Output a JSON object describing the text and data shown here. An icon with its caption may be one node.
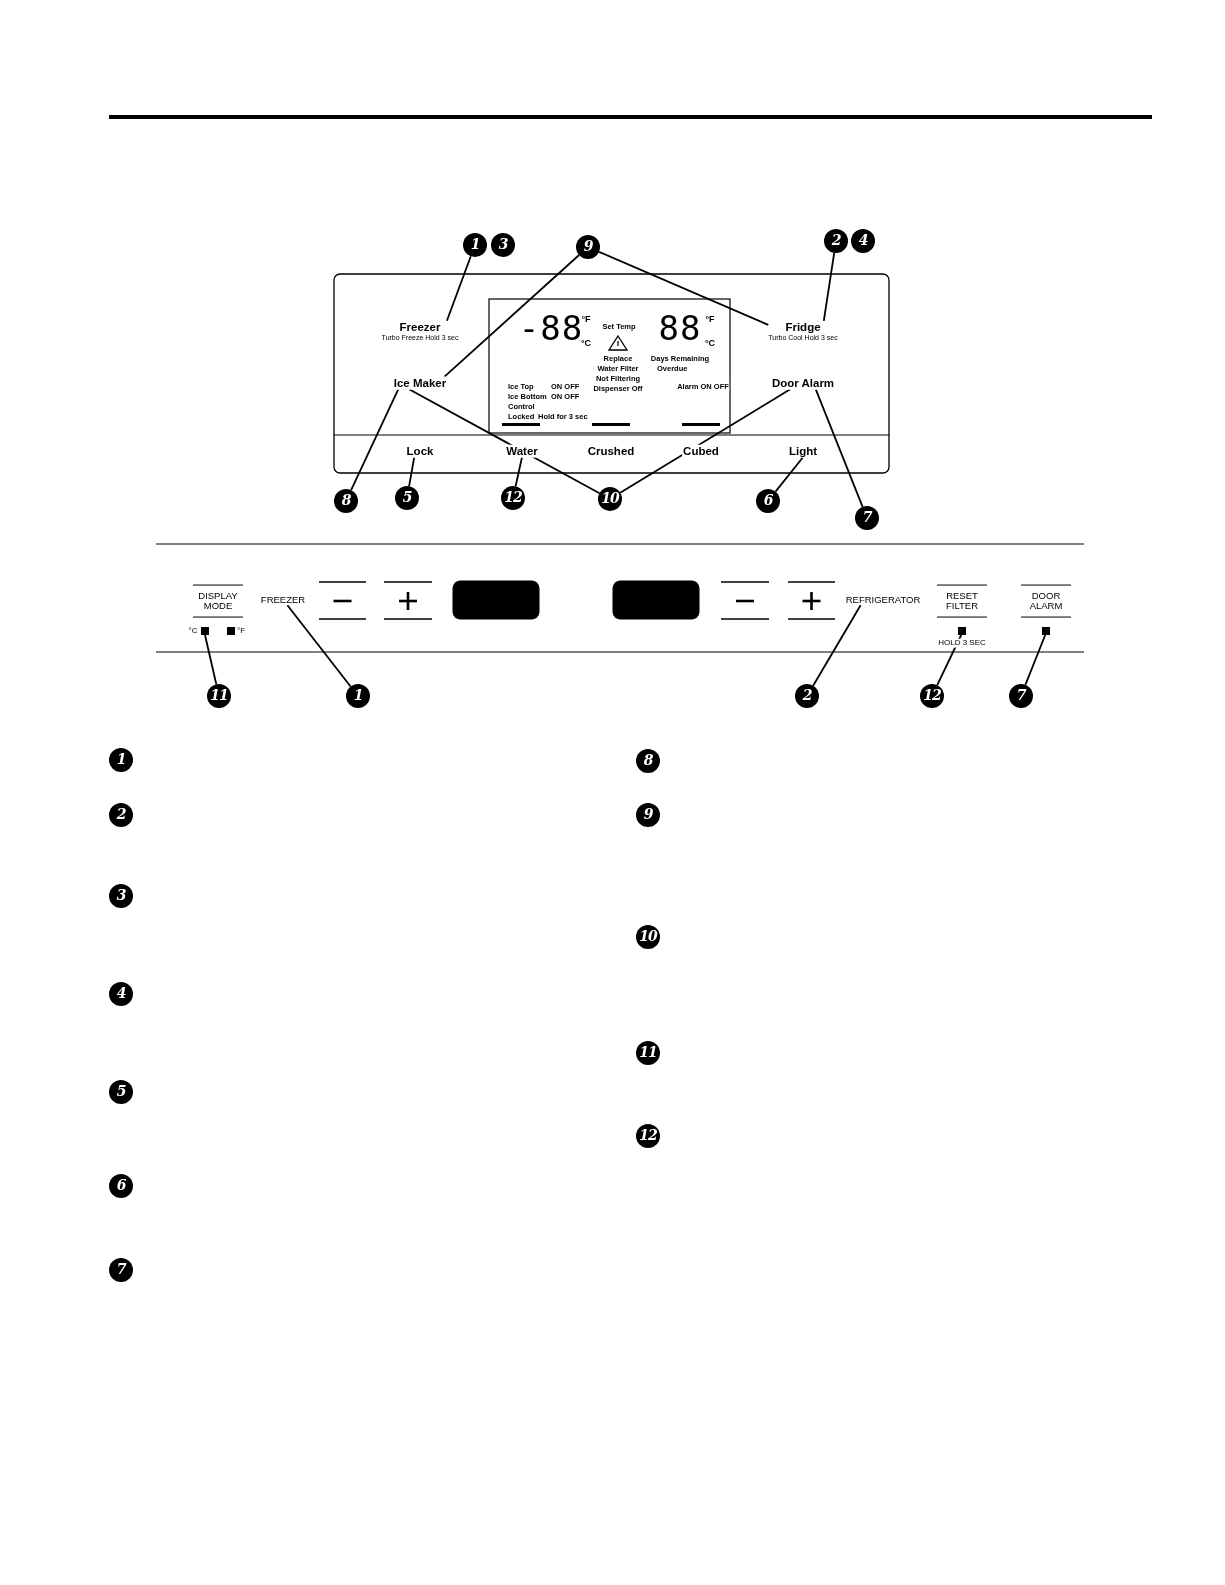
{
  "diagram": {
    "nodes": [
      {
        "text": [
          "1"
        ]
      },
      {
        "text": [
          "3"
        ]
      },
      {
        "text": [
          "9"
        ]
      },
      {
        "text": [
          "2"
        ]
      },
      {
        "text": [
          "4"
        ]
      },
      {
        "text": [
          "Freezer",
          "Turbo Freeze Hold 3 sec"
        ]
      },
      {
        "text": [
          "Fridge",
          "Turbo Cool Hold 3 sec"
        ]
      },
      {
        "text": [
          "Ice Maker"
        ]
      },
      {
        "text": [
          "Door Alarm"
        ]
      },
      {
        "text": [
          "Lock"
        ]
      },
      {
        "text": [
          "Water"
        ]
      },
      {
        "text": [
          "Light"
        ]
      },
      {
        "text": [
          "8"
        ]
      },
      {
        "text": [
          "5"
        ]
      },
      {
        "text": [
          "12"
        ]
      },
      {
        "text": [
          "10"
        ]
      },
      {
        "text": [
          "6"
        ]
      },
      {
        "text": [
          "7"
        ]
      },
      {
        "text": [],
        "shape": "box",
        "beside": [
          "°C"
        ]
      },
      {
        "text": [
          "FREEZER"
        ]
      },
      {
        "text": [
          "REFRIGERATOR"
        ]
      },
      {
        "text": [],
        "shape": "box"
      },
      {
        "text": [],
        "shape": "box"
      },
      {
        "text": [
          "11"
        ]
      },
      {
        "text": [
          "1"
        ]
      },
      {
        "text": [
          "2"
        ]
      },
      {
        "text": [
          "12"
        ]
      },
      {
        "text": [
          "7"
        ]
      },
      {
        "text": [
          "1"
        ]
      },
      {
        "text": [
          "2"
        ]
      },
      {
        "text": [
          "3"
        ]
      },
      {
        "text": [
          "4"
        ]
      },
      {
        "text": [
          "5"
        ]
      },
      {
        "text": [
          "6"
        ]
      },
      {
        "text": [
          "7"
        ]
      },
      {
        "text": [
          "8"
        ]
      },
      {
        "text": [
          "9"
        ]
      },
      {
        "text": [
          "10"
        ]
      },
      {
        "text": [
          "11"
        ]
      },
      {
        "text": [
          "12"
        ]
      },
      {
        "text": [],
        "shape": "box"
      },
      {
        "text": [],
        "shape": "box"
      }
    ],
    "edges": [
      {
        "from": 0,
        "to": 5,
        "arrow": "none"
      },
      {
        "from": 2,
        "to": 7,
        "arrow": "none"
      },
      {
        "from": 2,
        "to": 6,
        "arrow": "none"
      },
      {
        "from": 3,
        "to": 6,
        "arrow": "none"
      },
      {
        "from": 12,
        "to": 7,
        "arrow": "none"
      },
      {
        "from": 15,
        "to": 7,
        "arrow": "none"
      },
      {
        "from": 15,
        "to": 8,
        "arrow": "none"
      },
      {
        "from": 17,
        "to": 8,
        "arrow": "none"
      },
      {
        "from": 13,
        "to": 9,
        "arrow": "none"
      },
      {
        "from": 14,
        "to": 10,
        "arrow": "none"
      },
      {
        "from": 16,
        "to": 11,
        "arrow": "none"
      },
      {
        "from": 23,
        "to": 18,
        "arrow": "none"
      },
      {
        "from": 24,
        "to": 19,
        "arrow": "none"
      },
      {
        "from": 25,
        "to": 20,
        "arrow": "none"
      },
      {
        "from": 26,
        "to": 21,
        "arrow": "none"
      },
      {
        "from": 27,
        "to": 22,
        "arrow": "none"
      }
    ],
    "labels": [
      "-88",
      "°F",
      "°C",
      "Set Temp",
      "88",
      "°F",
      "°C",
      "Replace",
      "Water Filter",
      "Not Filtering",
      "Dispenser Off",
      "Days Remaining",
      "Overdue",
      "Ice Top",
      "ON OFF",
      "Ice Bottom",
      "ON OFF",
      "Control",
      "Locked",
      "Hold for 3 sec",
      "Alarm ON OFF",
      "Crushed",
      "Cubed",
      "DISPLAY MODE",
      "°F",
      "RESET FILTER",
      "HOLD 3 SEC",
      "DOOR ALARM"
    ]
  }
}
